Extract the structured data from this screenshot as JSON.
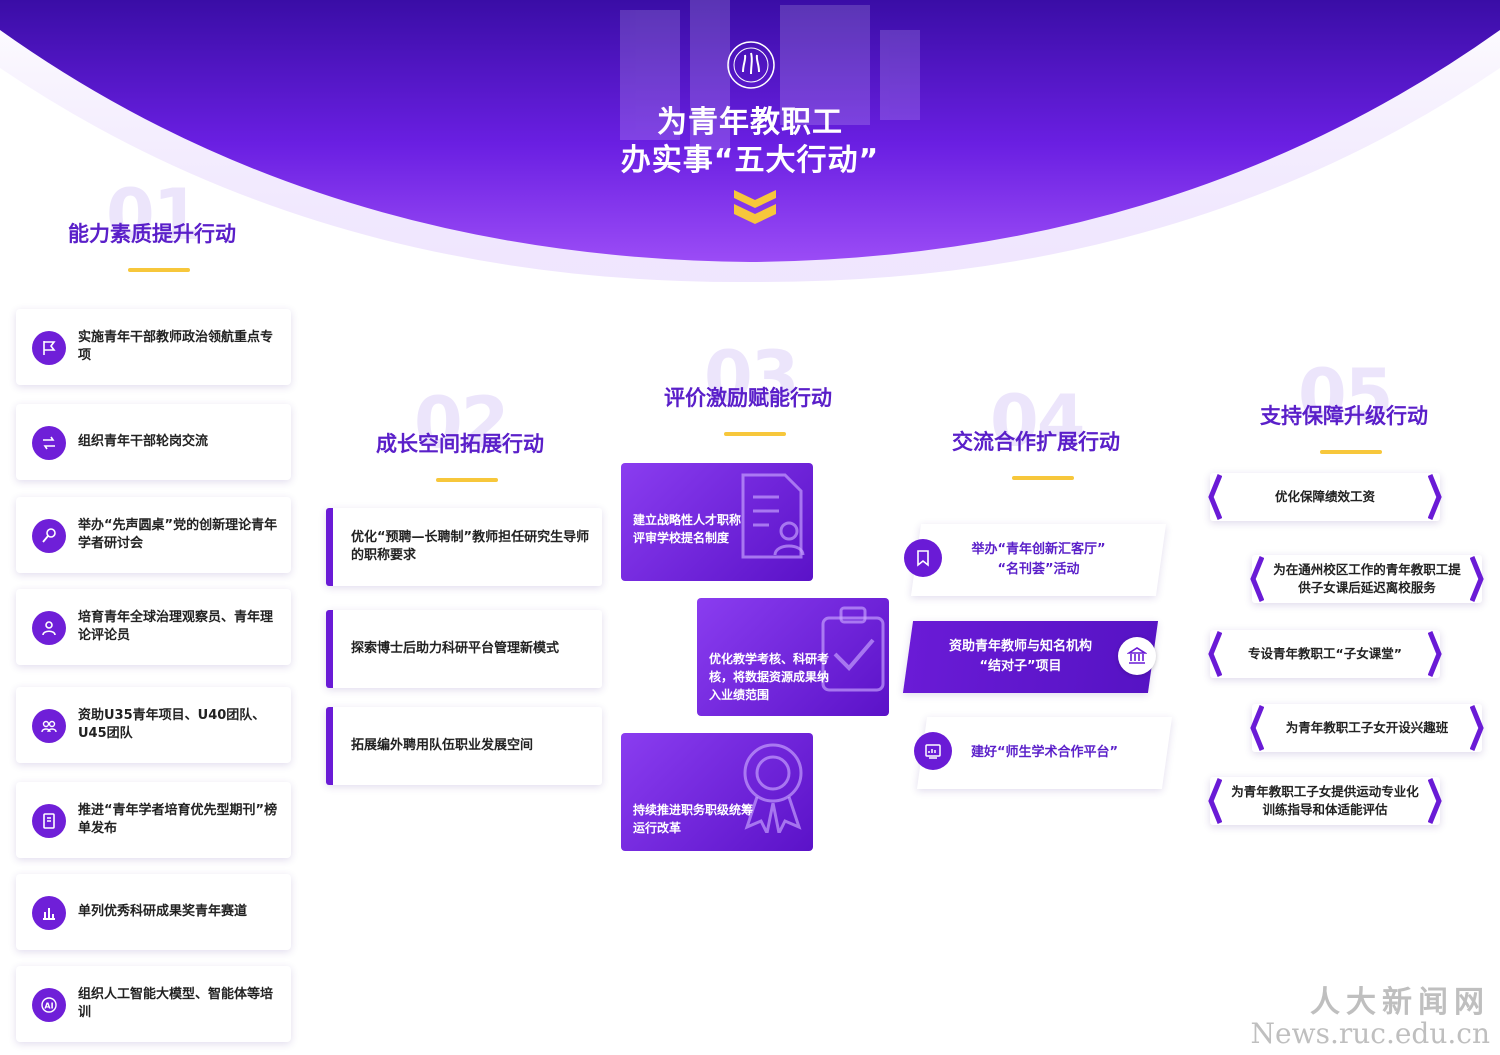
{
  "hero": {
    "title_line1": "为青年教职工",
    "title_line2": "办实事“五大行动”"
  },
  "colors": {
    "purple_dark": "#4a10b8",
    "purple_mid": "#7b2ff0",
    "accent_yellow": "#f7c73b",
    "title_purple": "#5a1fc9"
  },
  "sections": [
    {
      "number": "01",
      "title": "能力素质提升行动",
      "items": [
        {
          "text": "实施青年干部教师政治领航重点专项",
          "icon": "flag-icon"
        },
        {
          "text": "组织青年干部轮岗交流",
          "icon": "rotate-icon"
        },
        {
          "text": "举办“先声圆桌”党的创新理论青年学者研讨会",
          "icon": "microphone-icon"
        },
        {
          "text": "培育青年全球治理观察员、青年理论评论员",
          "icon": "person-icon"
        },
        {
          "text": "资助U35青年项目、U40团队、U45团队",
          "icon": "team-icon"
        },
        {
          "text": "推进“青年学者培育优先型期刊”榜单发布",
          "icon": "journal-icon"
        },
        {
          "text": "单列优秀科研成果奖青年赛道",
          "icon": "bar-chart-icon"
        },
        {
          "text": "组织人工智能大模型、智能体等培训",
          "icon": "ai-icon"
        }
      ]
    },
    {
      "number": "02",
      "title": "成长空间拓展行动",
      "items": [
        {
          "text": "优化“预聘—长聘制”教师担任研究生导师的职称要求"
        },
        {
          "text": "探索博士后助力科研平台管理新模式"
        },
        {
          "text": "拓展编外聘用队伍职业发展空间"
        }
      ]
    },
    {
      "number": "03",
      "title": "评价激励赋能行动",
      "items": [
        {
          "text": "建立战略性人才职称评审学校提名制度",
          "icon": "document-person-icon"
        },
        {
          "text": "优化教学考核、科研考核，将数据资源成果纳入业绩范围",
          "icon": "clipboard-check-icon"
        },
        {
          "text": "持续推进职务职级统筹运行改革",
          "icon": "award-ribbon-icon"
        }
      ]
    },
    {
      "number": "04",
      "title": "交流合作扩展行动",
      "items": [
        {
          "text_line1": "举办“青年创新汇客厅”",
          "text_line2": "“名刊荟”活动",
          "icon": "bookmark-icon"
        },
        {
          "text_line1": "资助青年教师与知名机构",
          "text_line2": "“结对子”项目",
          "icon": "institution-icon"
        },
        {
          "text_line1": "建好“师生学术合作平台”",
          "text_line2": "",
          "icon": "dashboard-icon"
        }
      ]
    },
    {
      "number": "05",
      "title": "支持保障升级行动",
      "items": [
        {
          "text": "优化保障绩效工资"
        },
        {
          "text": "为在通州校区工作的青年教职工提供子女课后延迟离校服务"
        },
        {
          "text": "专设青年教职工“子女课堂”"
        },
        {
          "text": "为青年教职工子女开设兴趣班"
        },
        {
          "text": "为青年教职工子女提供运动专业化训练指导和体适能评估"
        }
      ]
    }
  ],
  "watermark": {
    "line1": "人大新闻网",
    "line2": "News.ruc.edu.cn"
  }
}
